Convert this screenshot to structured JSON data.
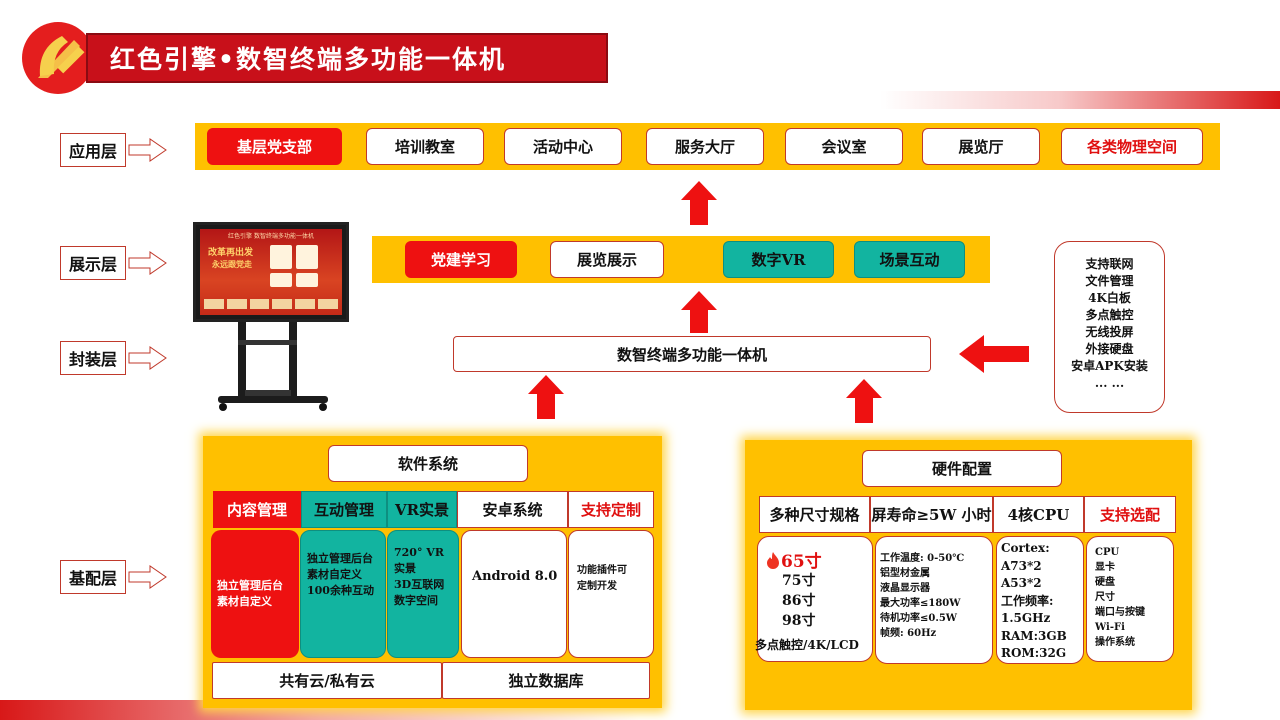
{
  "title": "红色引擎•数智终端多功能一体机",
  "layers": {
    "app": "应用层",
    "display": "展示层",
    "package": "封装层",
    "base": "基配层"
  },
  "app_items": [
    "基层党支部",
    "培训教室",
    "活动中心",
    "服务大厅",
    "会议室",
    "展览厅",
    "各类物理空间"
  ],
  "display_items": [
    "党建学习",
    "展览展示",
    "数字VR",
    "场景互动"
  ],
  "device": "数智终端多功能一体机",
  "features": [
    "支持联网",
    "文件管理",
    "4K白板",
    "多点触控",
    "无线投屏",
    "外接硬盘",
    "安卓APK安装",
    "... ..."
  ],
  "screen": {
    "banner": "红色引擎 数智终端多功能一体机",
    "slogan_line1": "改革再出发",
    "slogan_line2": "永远跟党走"
  },
  "software": {
    "title": "软件系统",
    "tabs": [
      "内容管理",
      "互动管理",
      "VR实景",
      "安卓系统",
      "支持定制"
    ],
    "cells": [
      [
        "独立管理后台",
        "素材自定义"
      ],
      [
        "独立管理后台",
        "素材自定义",
        "100余种互动"
      ],
      [
        "720° VR",
        "实景",
        "3D互联网",
        "数字空间"
      ],
      [
        "Android 8.0"
      ],
      [
        "功能插件可",
        "定制开发"
      ]
    ],
    "bottom": [
      "共有云/私有云",
      "独立数据库"
    ]
  },
  "hardware": {
    "title": "硬件配置",
    "headers": [
      "多种尺寸规格",
      "屏寿命≥5W 小时",
      "4核CPU",
      "支持选配"
    ],
    "sizes_hot": "65寸",
    "sizes": [
      "75寸",
      "86寸",
      "98寸"
    ],
    "sizes_note": "多点触控/4K/LCD",
    "specs": [
      "工作温度: 0-50℃",
      "铝型材金属",
      "液晶显示器",
      "最大功率≤180W",
      "待机功率≤0.5W",
      "帧频: 60Hz"
    ],
    "cpu": [
      "Cortex:",
      "A73*2",
      "A53*2",
      "工作频率:",
      "1.5GHz",
      "RAM:3GB",
      "ROM:32G"
    ],
    "options": [
      "CPU",
      "显卡",
      "硬盘",
      "尺寸",
      "端口与按键",
      "Wi-Fi",
      "操作系统"
    ]
  },
  "colors": {
    "accent": "#ee1111",
    "band": "#ffc000",
    "teal": "#12b4a0",
    "title_bar": "#c8101a"
  }
}
